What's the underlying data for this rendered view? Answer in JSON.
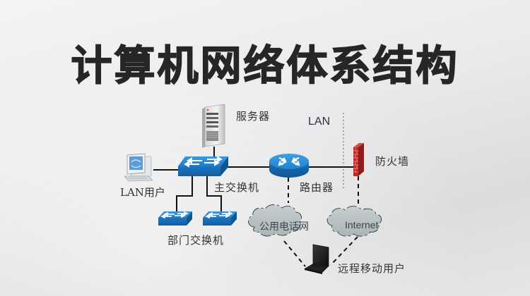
{
  "title": "计算机网络体系结构",
  "diagram": {
    "nodes": {
      "server": {
        "label": "服务器",
        "icon": "server-icon"
      },
      "lan_user": {
        "label": "LAN用户",
        "icon": "desktop-computer-icon"
      },
      "main_switch": {
        "label": "主交换机",
        "icon": "switch-icon"
      },
      "dept_switches": {
        "label": "部门交换机",
        "icon": "switch-icon"
      },
      "router": {
        "label": "路由器",
        "icon": "router-icon"
      },
      "firewall": {
        "label": "防火墙",
        "icon": "firewall-icon"
      },
      "pstn_cloud": {
        "label": "公用电话网",
        "icon": "cloud-icon"
      },
      "internet_cloud": {
        "label": "Internet",
        "icon": "cloud-icon"
      },
      "remote_user": {
        "label": "远程移动用户",
        "icon": "laptop-icon"
      }
    },
    "zone_label": "LAN",
    "colors": {
      "device_blue": "#1e78c8",
      "device_blue_dark": "#0f5a9e",
      "firewall_red": "#c0282a",
      "cloud_gray": "#b9c3c4",
      "line": "#111111",
      "title": "#262626"
    }
  }
}
